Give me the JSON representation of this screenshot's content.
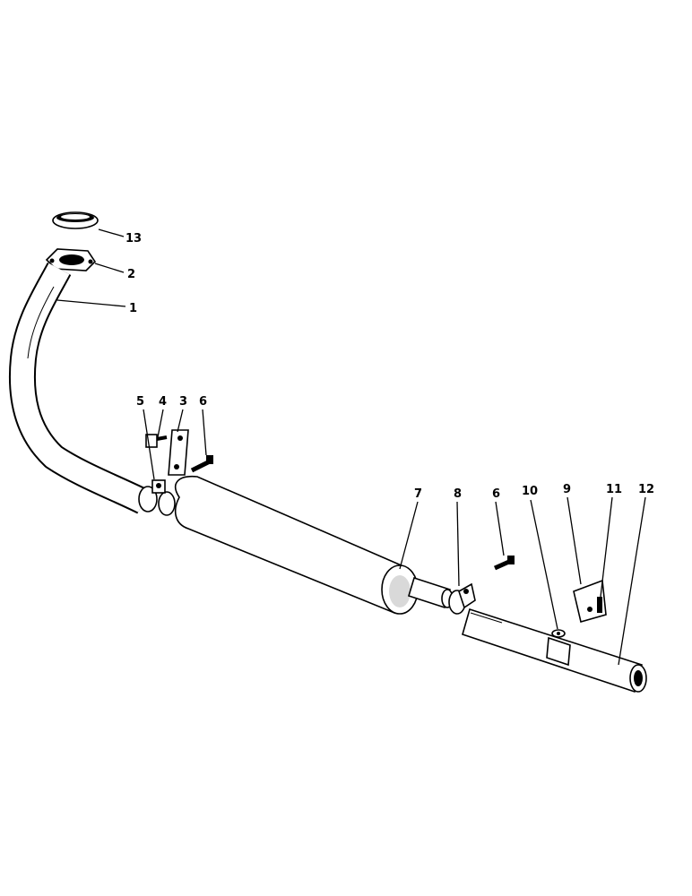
{
  "callouts": [
    {
      "id": "c13",
      "text": "13"
    },
    {
      "id": "c2",
      "text": "2"
    },
    {
      "id": "c1",
      "text": "1"
    },
    {
      "id": "c5",
      "text": "5"
    },
    {
      "id": "c4",
      "text": "4"
    },
    {
      "id": "c3",
      "text": "3"
    },
    {
      "id": "c6a",
      "text": "6"
    },
    {
      "id": "c7",
      "text": "7"
    },
    {
      "id": "c8",
      "text": "8"
    },
    {
      "id": "c6b",
      "text": "6"
    },
    {
      "id": "c10",
      "text": "10"
    },
    {
      "id": "c9",
      "text": "9"
    },
    {
      "id": "c11",
      "text": "11"
    },
    {
      "id": "c12",
      "text": "12"
    }
  ]
}
